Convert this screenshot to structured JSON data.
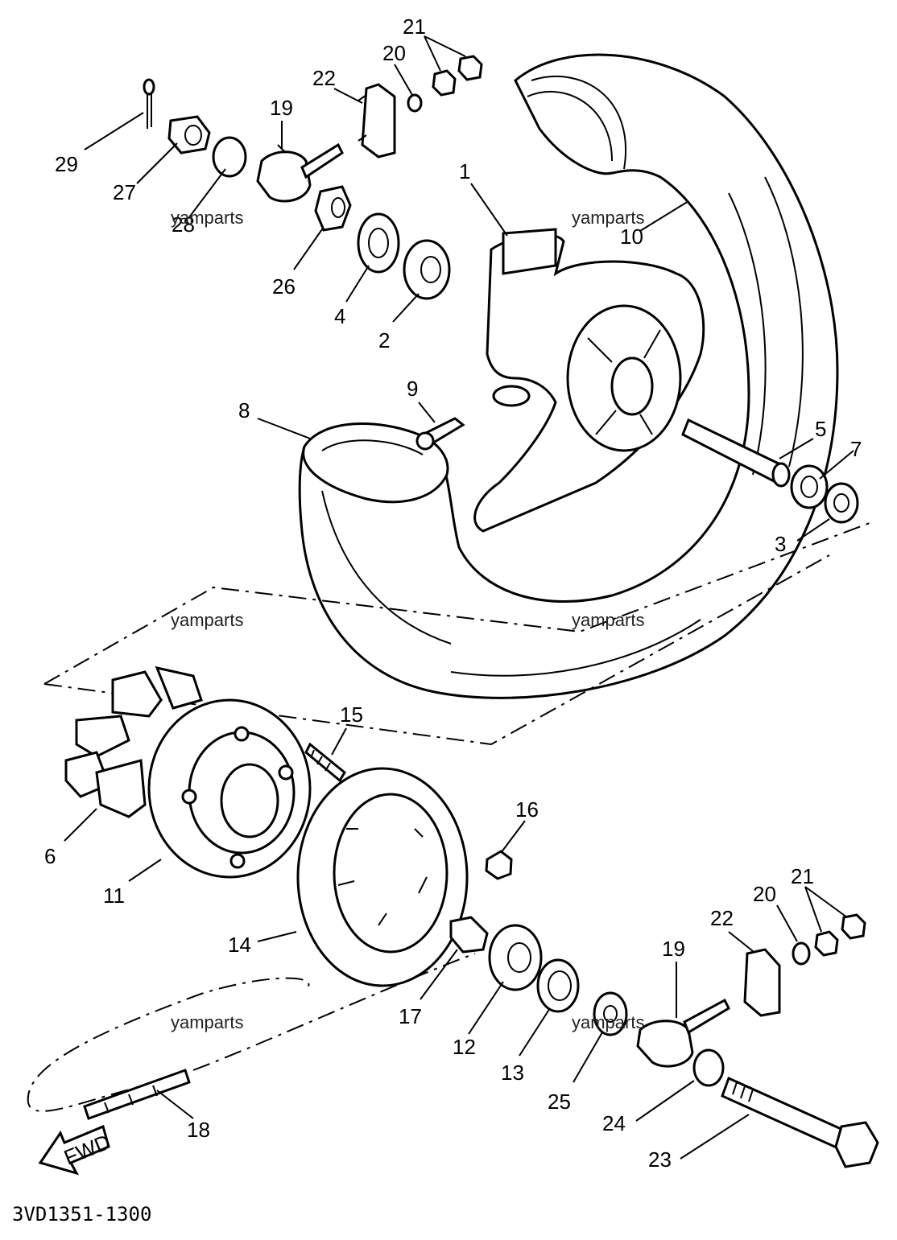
{
  "diagram_code": "3VD1351-1300",
  "watermark": "yamparts",
  "fwd_label": "FWD",
  "labels": {
    "p1": "1",
    "p2": "2",
    "p3": "3",
    "p4": "4",
    "p5": "5",
    "p6": "6",
    "p7": "7",
    "p8": "8",
    "p9": "9",
    "p10": "10",
    "p11": "11",
    "p12": "12",
    "p13": "13",
    "p14": "14",
    "p15": "15",
    "p16": "16",
    "p17": "17",
    "p18": "18",
    "p19a": "19",
    "p19b": "19",
    "p20a": "20",
    "p20b": "20",
    "p21a": "21",
    "p21b": "21",
    "p22a": "22",
    "p22b": "22",
    "p23": "23",
    "p24": "24",
    "p25": "25",
    "p26": "26",
    "p27": "27",
    "p28": "28",
    "p29": "29"
  }
}
